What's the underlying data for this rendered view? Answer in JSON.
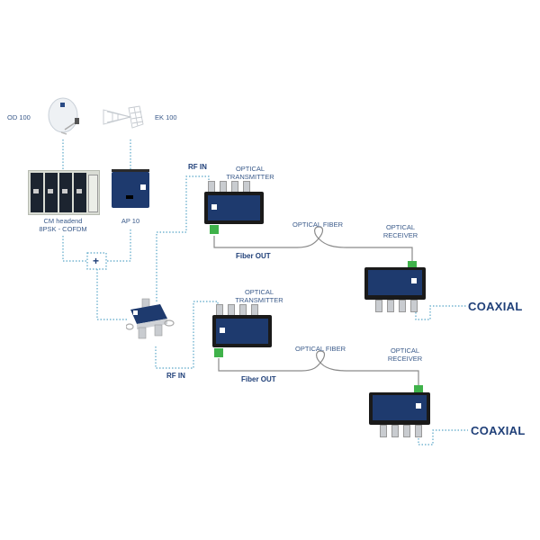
{
  "diagram": {
    "colors": {
      "label_blue": "#3a5a8a",
      "bold_blue": "#1f3f78",
      "dotted_cable": "#5aa6c8",
      "fiber": "#8a8a8a",
      "device_blue": "#1e3a6e",
      "connector_green": "#3fb24a"
    },
    "sources": {
      "dish_label": "OD 100",
      "antenna_label": "EK 100"
    },
    "headend": {
      "line1": "CM headend",
      "line2": "8PSK - COFDM"
    },
    "amplifier": {
      "label": "AP 10"
    },
    "combiner": {
      "symbol": "+"
    },
    "branch1": {
      "rf_in": "RF IN",
      "tx_line1": "OPTICAL",
      "tx_line2": "TRANSMITTER",
      "fiber_out": "Fiber OUT",
      "fiber_label": "OPTICAL FIBER",
      "rx_line1": "OPTICAL",
      "rx_line2": "RECEIVER",
      "output": "COAXIAL"
    },
    "branch2": {
      "rf_in": "RF IN",
      "tx_line1": "OPTICAL",
      "tx_line2": "TRANSMITTER",
      "fiber_out": "Fiber OUT",
      "fiber_label": "OPTICAL FIBER",
      "rx_line1": "OPTICAL",
      "rx_line2": "RECEIVER",
      "output": "COAXIAL"
    }
  }
}
